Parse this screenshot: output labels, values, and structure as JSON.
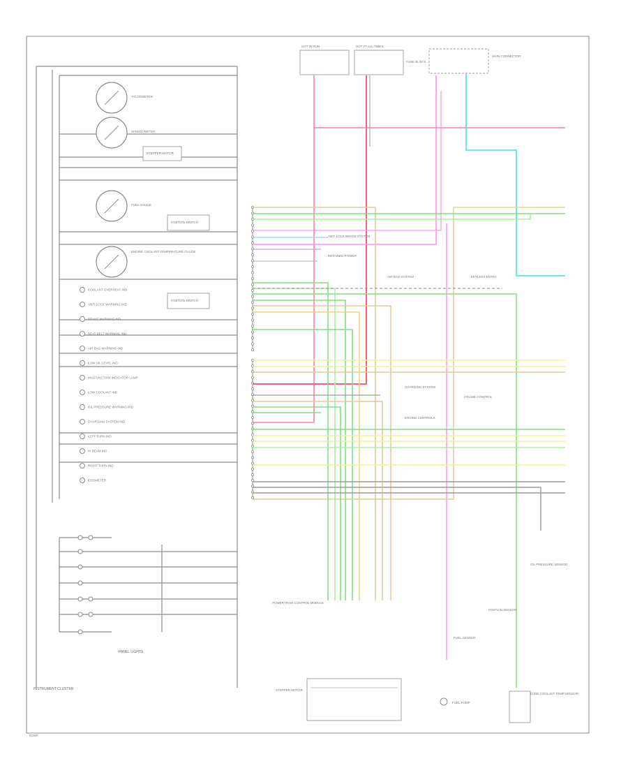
{
  "diagram": {
    "cluster": {
      "title": "INSTRUMENT CLUSTER",
      "gauges": [
        "TACHOMETER",
        "SPEEDOMETER",
        "FUEL GAUGE",
        "ENGINE COOLANT TEMPERATURE GAUGE"
      ],
      "modules": [
        "STEPPER MOTOR",
        "IGNITION SWITCH",
        "IGNITION SWITCH"
      ],
      "warning_lights": [
        "COOLANT OVERHEAT IND",
        "ANTI-LOCK WARNING IND",
        "BRAKE WARNING IND",
        "SEAT BELT WARNING IND",
        "AIR BAG WARNING IND",
        "LOW OIL LEVEL IND",
        "MALFUNCTION INDICATOR LAMP",
        "LOW COOLANT IND",
        "OIL PRESSURE WARNING IND",
        "CHARGING SYSTEM IND",
        "LEFT TURN IND",
        "HI BEAM IND",
        "RIGHT TURN IND",
        "ODOMETER"
      ],
      "panel_lights_label": "PANEL LIGHTS"
    },
    "top_components": {
      "fuse1": "HOT IN RUN",
      "fuse2": "HOT AT ALL TIMES",
      "fuse3": "FUSE BLOCK",
      "fuse4": "MAIN CONNECTOR"
    },
    "callouts": {
      "anti_lock": "ANTI-LOCK BRAKE SYSTEM",
      "retained_power": "RETAINED POWER",
      "air_bag": "AIR BAG SYSTEM",
      "keyless_entry": "KEYLESS ENTRY",
      "charging": "CHARGING SYSTEM",
      "cruise": "CRUISE CONTROL",
      "engine_controls": "ENGINE CONTROLS",
      "powertrain": "POWERTRAIN CONTROL MODULE",
      "fuel_sender": "FUEL SENDER",
      "fuel_pump": "FUEL PUMP",
      "oil_pressure": "OIL PRESSURE SENSOR",
      "coolant_sensor": "ENGINE COOLANT TEMP SENSOR",
      "ignition_sensor": "IGNITION SENSOR",
      "stepper_sensor": "STEPPER MOTOR"
    },
    "footer": "ROOF"
  }
}
